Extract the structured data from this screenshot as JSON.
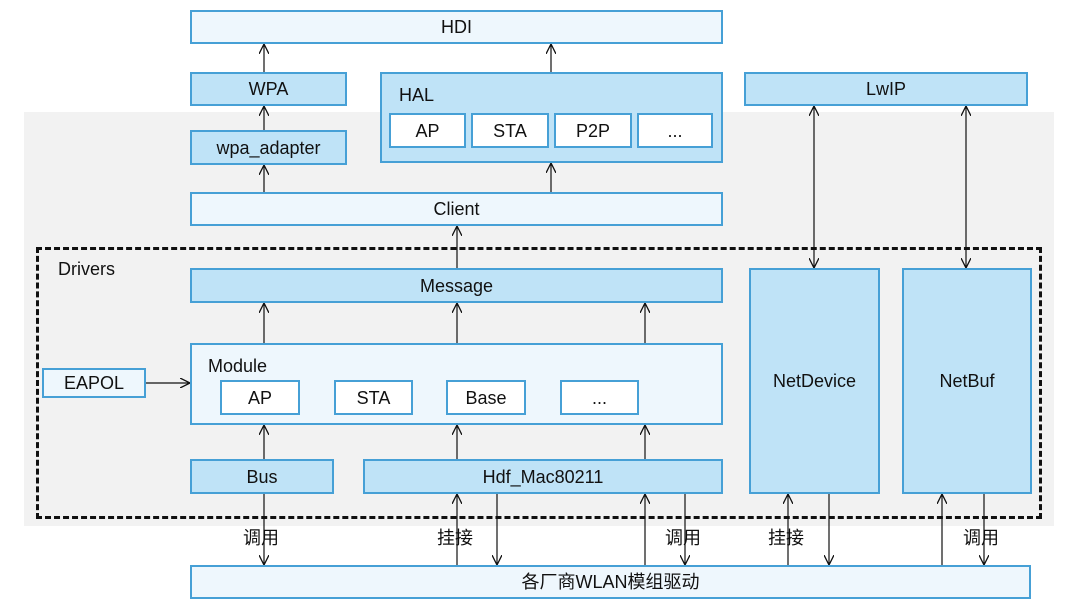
{
  "diagram": {
    "hdi": "HDI",
    "wpa": "WPA",
    "wpa_adapter": "wpa_adapter",
    "hal": {
      "title": "HAL",
      "items": [
        "AP",
        "STA",
        "P2P",
        "..."
      ]
    },
    "lwip": "LwIP",
    "client": "Client",
    "drivers": {
      "title": "Drivers",
      "message": "Message",
      "module": {
        "title": "Module",
        "items": [
          "AP",
          "STA",
          "Base",
          "..."
        ]
      },
      "eapol": "EAPOL",
      "bus": "Bus",
      "hdf_mac": "Hdf_Mac80211",
      "netdevice": "NetDevice",
      "netbuf": "NetBuf"
    },
    "vendor_driver": "各厂商WLAN模组驱动",
    "edge_labels": {
      "call_1": "调用",
      "attach_1": "挂接",
      "call_2": "调用",
      "attach_2": "挂接",
      "call_3": "调用"
    },
    "colors": {
      "box_border": "#46a0d6",
      "box_fill_dark": "#bfe3f7",
      "box_fill_light": "#eef7fd",
      "panel_bg": "#f2f2f2",
      "line": "#111111"
    }
  }
}
